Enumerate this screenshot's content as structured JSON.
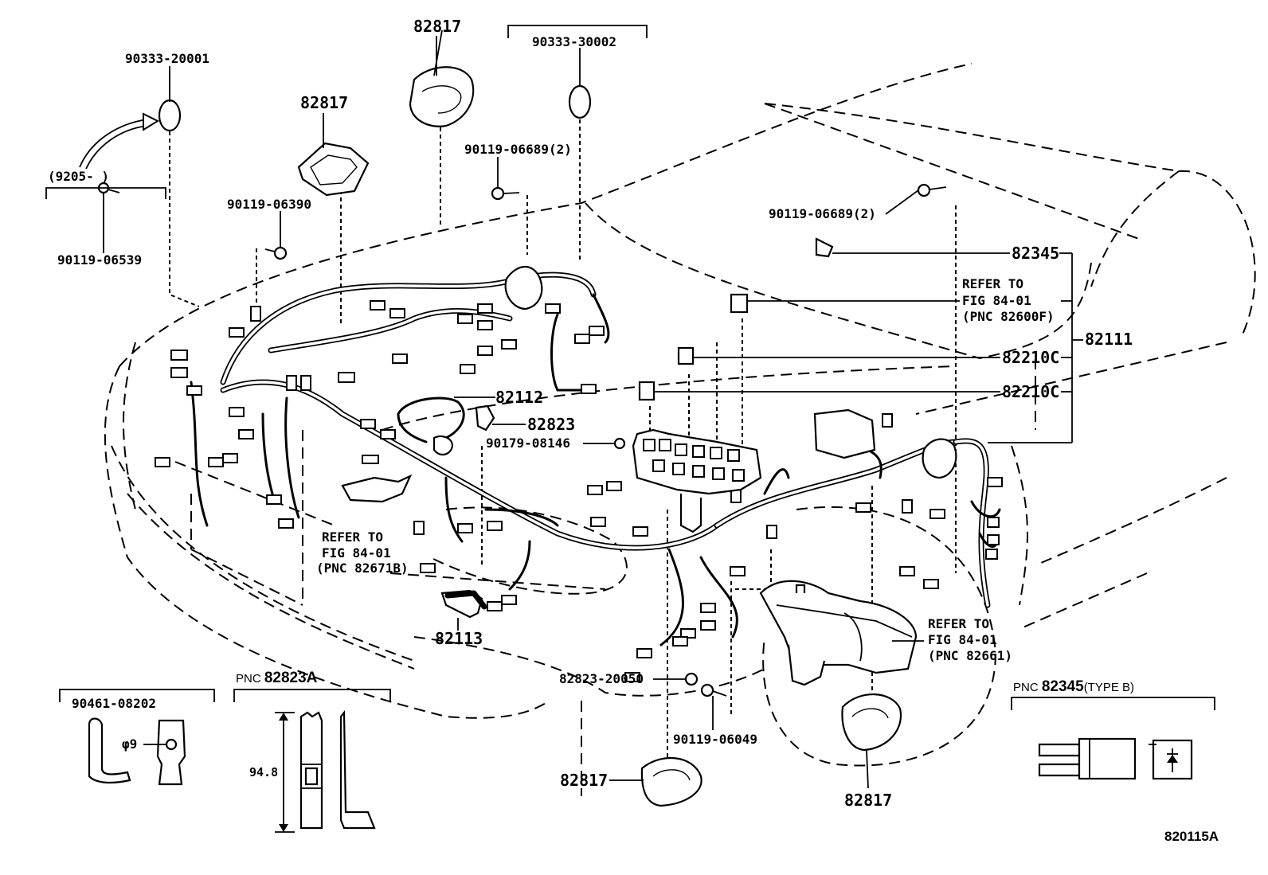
{
  "labels": {
    "p9033320001": "90333-20001",
    "date_range": "(9205-      )",
    "p9011906539": "90119-06539",
    "p82817_top_left": "82817",
    "p9011906390": "90119-06390",
    "p82817_top": "82817",
    "p9033330002": "90333-30002",
    "p9011906689_a": "90119-06689(2)",
    "p9011906689_b": "90119-06689(2)",
    "p82345": "82345",
    "refer1_a": "REFER TO",
    "refer1_b": "FIG 84-01",
    "refer1_c": "(PNC 82600F)",
    "p82111": "82111",
    "p82210c_a": "82210C",
    "p82210c_b": "82210C",
    "p82112": "82112",
    "p82823": "82823",
    "p9017908146": "90179-08146",
    "refer2_a": "REFER TO",
    "refer2_b": "FIG 84-01",
    "refer2_c": "(PNC 82671B)",
    "p82113": "82113",
    "refer3_a": "REFER TO",
    "refer3_b": "FIG 84-01",
    "refer3_c": "(PNC 82661)",
    "p8282320050": "82823-20050",
    "p9011906049": "90119-06049",
    "p82817_bottom": "82817",
    "p82817_bottom_right": "82817",
    "p9046108202": "90461-08202",
    "phi9": "φ9",
    "pnc_prefix_a": "PNC ",
    "pnc_82823a": "82823A",
    "dim_94_8": "94.8",
    "pnc_prefix_b": "PNC ",
    "pnc_82345": "82345",
    "type_b": "(TYPE B)",
    "figure_code": "820115A"
  }
}
